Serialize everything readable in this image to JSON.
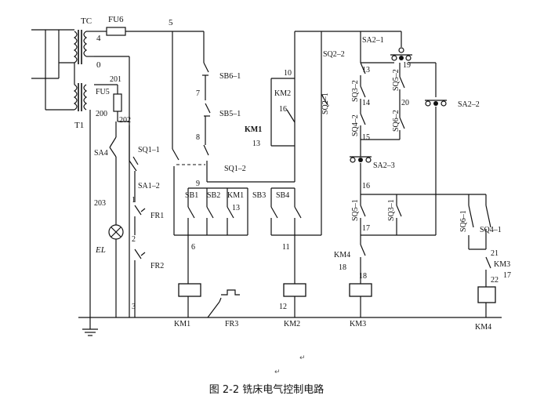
{
  "caption": "图 2-2   铣床电气控制电路",
  "return_mark": "↵",
  "labels": {
    "TC": "TC",
    "FU6": "FU6",
    "T1": "T1",
    "FU5": "FU5",
    "n4": "4",
    "n0": "0",
    "n5": "5",
    "n201": "201",
    "n200": "200",
    "n202": "202",
    "SA4": "SA4",
    "SA1_2": "SA1–2",
    "n203": "203",
    "EL": "EL",
    "FR1": "FR1",
    "FR2": "FR2",
    "n1": "1",
    "n2": "2",
    "n3": "3",
    "SQ1_1": "SQ1–1",
    "SQ1_2": "SQ1–2",
    "n6": "6",
    "n9": "9",
    "SB6_1": "SB6–1",
    "SB5_1": "SB5–1",
    "n7": "7",
    "n8": "8",
    "SB1": "SB1",
    "SB2": "SB2",
    "KM1c": "KM1",
    "n13a": "13",
    "SB3": "SB3",
    "SB4": "SB4",
    "n11": "11",
    "n10": "10",
    "KM2c": "KM2",
    "n16a": "16",
    "KM1b": "KM1",
    "n13b": "13",
    "SQ2_1": "SQ2–1",
    "SQ2_2": "SQ2–2",
    "SA2_1": "SA2–1",
    "SQ3_2": "SQ3–2",
    "SQ4_2": "SQ4–2",
    "n13c": "13",
    "n14": "14",
    "n15": "15",
    "SQ5_2": "SQ5–2",
    "SQ6_2": "SQ6–2",
    "n19": "19",
    "n20": "20",
    "SA2_2": "SA2–2",
    "SA2_3": "SA2–3",
    "n16b": "16",
    "SQ5_1": "SQ5–1",
    "SQ3_1": "SQ3–1",
    "SQ6_1": "SQ6–1",
    "SQ4_1": "SQ4–1",
    "n17a": "17",
    "KM4c": "KM4",
    "n18a": "18",
    "n18b": "18",
    "n21": "21",
    "KM3c": "KM3",
    "n17b": "17",
    "n22": "22",
    "n12": "12",
    "KM1": "KM1",
    "FR3": "FR3",
    "KM2": "KM2",
    "KM3": "KM3",
    "KM4": "KM4"
  }
}
